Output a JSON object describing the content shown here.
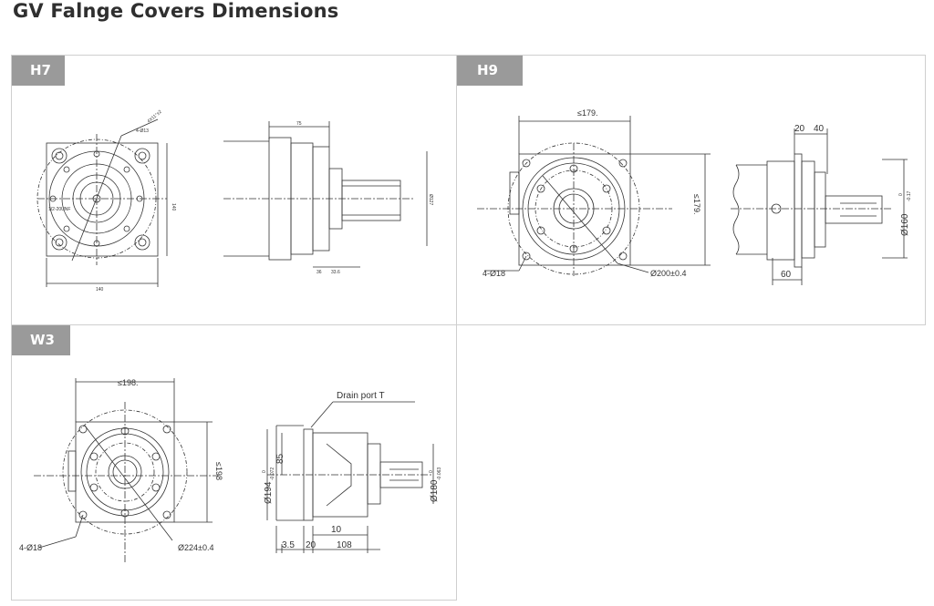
{
  "title": "GV Falnge Covers Dimensions",
  "panels": {
    "h7": {
      "label": "H7",
      "front_labels": {
        "a": "4-Ø13",
        "b": "4X11°±2",
        "c": "1/2-20UNF",
        "d": "140",
        "e": "140"
      },
      "side_labels": {
        "a": "75",
        "b": "36",
        "c": "33.6",
        "d": "Ø127"
      }
    },
    "h9": {
      "label": "H9",
      "front_labels": {
        "top": "≤179.",
        "right": "≤179.",
        "holes": "4-Ø18",
        "pcd": "Ø200±0.4"
      },
      "side_labels": {
        "a": "20",
        "b": "40",
        "c": "60",
        "d": "Ø160",
        "d_sup": "0",
        "d_sub": "-0.17"
      }
    },
    "w3": {
      "label": "W3",
      "front_labels": {
        "top": "≤198.",
        "right": "≤198",
        "holes": "4-Ø18",
        "pcd": "Ø224±0.4"
      },
      "side_labels": {
        "drain": "Drain port T",
        "a": "85",
        "b": "Ø194",
        "b_sup": "0",
        "b_sub": "-0.072",
        "c": "Ø180",
        "c_sup": "0",
        "c_sub": "-0.063",
        "d": "10",
        "e": "3.5",
        "f": "20",
        "g": "108"
      }
    }
  }
}
